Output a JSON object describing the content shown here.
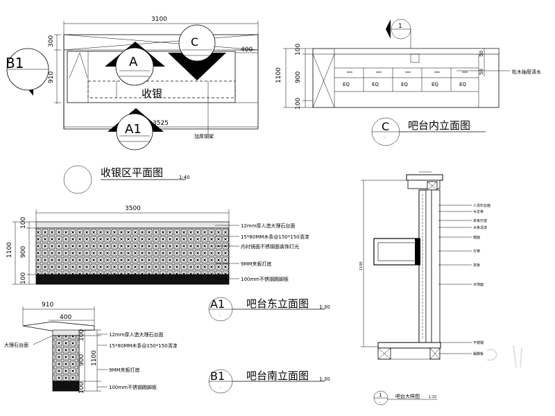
{
  "plan": {
    "dim_top": "3100",
    "dim_left_top": "300",
    "dim_left_mid": "910",
    "dim_right": "400",
    "dim_bottom": "3525",
    "counter_text": "收银",
    "note": "加厚钢架",
    "title": "收银区平面图",
    "scale": "1:40",
    "marker_b1": "B1",
    "marker_a": "A",
    "marker_c": "C",
    "marker_a1": "A1"
  },
  "c_elev": {
    "dim_total": "1100",
    "dim_top": "100",
    "dim_mid": "900",
    "dim_bottom": "100",
    "dim_side": "50",
    "dim_side2": "50",
    "eq": [
      "EQ",
      "EQ",
      "EQ",
      "EQ",
      "EQ"
    ],
    "note": "松木抽屉清水",
    "marker": "C",
    "marker_sub": "-",
    "title": "吧台内立面图",
    "section_marker": "1",
    "section_sub": "-"
  },
  "a1_elev": {
    "dim_top": "3500",
    "dim_total": "1100",
    "dim_top_small": "100",
    "dim_mid": "900",
    "dim_bottom": "100",
    "notes": [
      "12mm厚人造大理石台面",
      "15*80MM木条@150*150清漆",
      "内衬镜面不锈钢面装饰灯光",
      "9MM夹板打底",
      "100mm不锈钢踢脚板"
    ],
    "marker": "A1",
    "marker_sub": "-",
    "title": "吧台东立面图",
    "scale": "1:30"
  },
  "b1_elev": {
    "dim_total_width": "910",
    "dim_width": "400",
    "dim_total": "1100",
    "dim_top_small": "100",
    "dim_mid": "900",
    "dim_bottom": "100",
    "left_note": "大理石台面",
    "notes": [
      "12mm厚人造大理石台面",
      "15*80MM木条@150*150清漆",
      "9MM夹板打底",
      "100mm不锈钢踢脚板"
    ],
    "marker": "B1",
    "marker_sub": "-",
    "title": "吧台南立面图",
    "scale": "1:30"
  },
  "section": {
    "side_dim": "1100",
    "notes": [
      "人造石台面",
      "木龙骨",
      "夹板打底",
      "木条清漆",
      "镜面",
      "灯带",
      "夹板",
      "木饰面",
      "不锈钢",
      "踢脚板"
    ],
    "marker": "1",
    "marker_sub": "-",
    "title": "吧台大样图",
    "scale": "1:10"
  }
}
